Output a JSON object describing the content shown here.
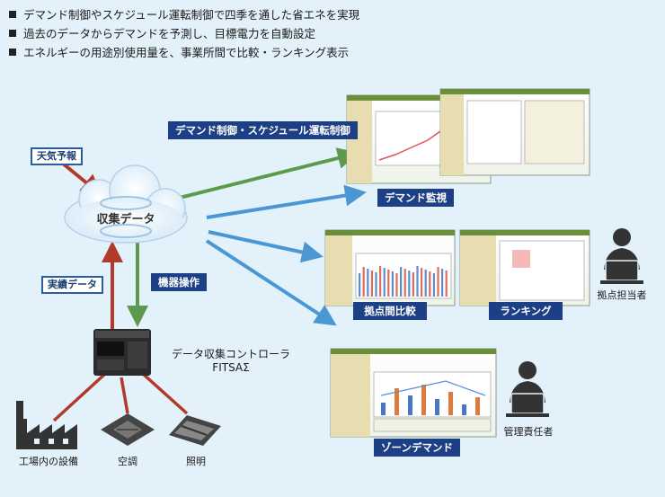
{
  "bullets": [
    "デマンド制御やスケジュール運転制御で四季を通した省エネを実現",
    "過去のデータからデマンドを予測し、目標電力を自動設定",
    "エネルギーの用途別使用量を、事業所間で比較・ランキング表示"
  ],
  "cloud": {
    "label": "収集データ"
  },
  "tags": {
    "weather": "天気予報",
    "actual": "実績データ",
    "equipment_op": "機器操作",
    "demand_control": "デマンド制御・スケジュール運転制御"
  },
  "screens": {
    "demand_monitor": "デマンド監視",
    "site_compare": "拠点間比較",
    "ranking": "ランキング",
    "zone_demand": "ゾーンデマンド"
  },
  "controller": {
    "line1": "データ収集コントローラ",
    "line2": "FITSAΣ"
  },
  "devices": {
    "factory": "工場内の設備",
    "aircon": "空調",
    "lighting": "照明"
  },
  "people": {
    "site_manager": "拠点担当者",
    "admin": "管理責任者"
  },
  "colors": {
    "green_arrow": "#5e9a4e",
    "blue_arrow": "#4a97d4",
    "red_arrow": "#b23a2a",
    "navy_label": "#1c3f85"
  }
}
